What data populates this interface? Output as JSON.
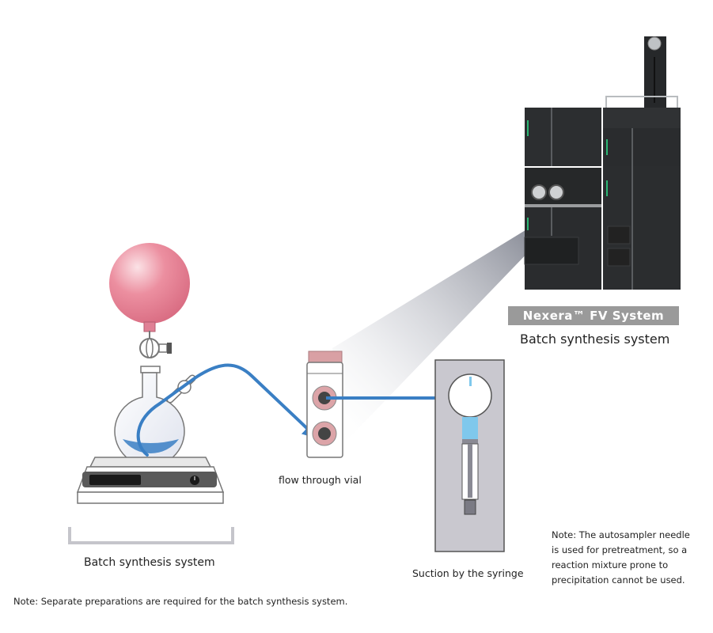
{
  "diagram": {
    "instrument": {
      "product_badge": "Nexera™ FV System",
      "caption": "Batch synthesis system"
    },
    "batch": {
      "caption": "Batch synthesis system"
    },
    "vial": {
      "caption": "flow through vial"
    },
    "syringe": {
      "caption": "Suction by the syringe"
    },
    "notes": {
      "autosampler": [
        "Note: The autosampler needle",
        "is used for pretreatment, so a",
        "reaction mixture prone to",
        "precipitation cannot be used."
      ],
      "footer": "Note: Separate preparations are required for the batch synthesis system."
    },
    "colors": {
      "flow_blue": "#3a7fc4",
      "balloon_pink": "#e0788c",
      "instrument_dark": "#2a2c2e",
      "badge_gray": "#9a9a9a",
      "syringe_panel": "#c9c8cf",
      "cap_pink": "#d9a0a4",
      "accent_green": "#2bb673"
    }
  }
}
